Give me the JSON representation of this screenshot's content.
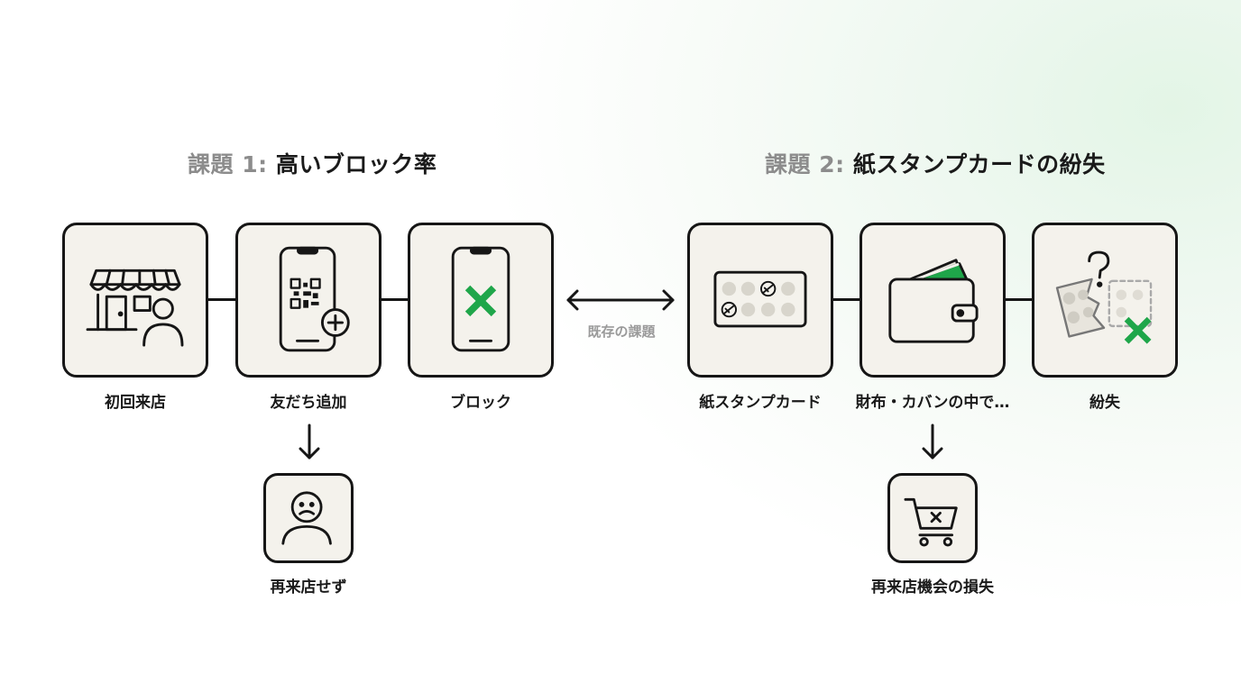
{
  "section1": {
    "title_prefix": "課題 1:",
    "title_main": "高いブロック率",
    "steps": [
      {
        "label": "初回来店",
        "icon": "storefront-icon"
      },
      {
        "label": "友だち追加",
        "icon": "qr-phone-add-icon"
      },
      {
        "label": "ブロック",
        "icon": "phone-block-icon"
      }
    ],
    "outcome": {
      "label": "再来店せず",
      "icon": "sad-person-icon"
    }
  },
  "section2": {
    "title_prefix": "課題 2:",
    "title_main": "紙スタンプカードの紛失",
    "steps": [
      {
        "label": "紙スタンプカード",
        "icon": "stamp-card-icon"
      },
      {
        "label": "財布・カバンの中で…",
        "icon": "wallet-icon"
      },
      {
        "label": "紛失",
        "icon": "lost-card-icon"
      }
    ],
    "outcome": {
      "label": "再来店機会の損失",
      "icon": "cart-cancel-icon"
    }
  },
  "middle": {
    "label": "既存の課題",
    "icon": "double-arrow-icon"
  },
  "colors": {
    "accent_green": "#1fa64a",
    "stroke": "#161616",
    "box_fill": "#f4f2ec"
  }
}
